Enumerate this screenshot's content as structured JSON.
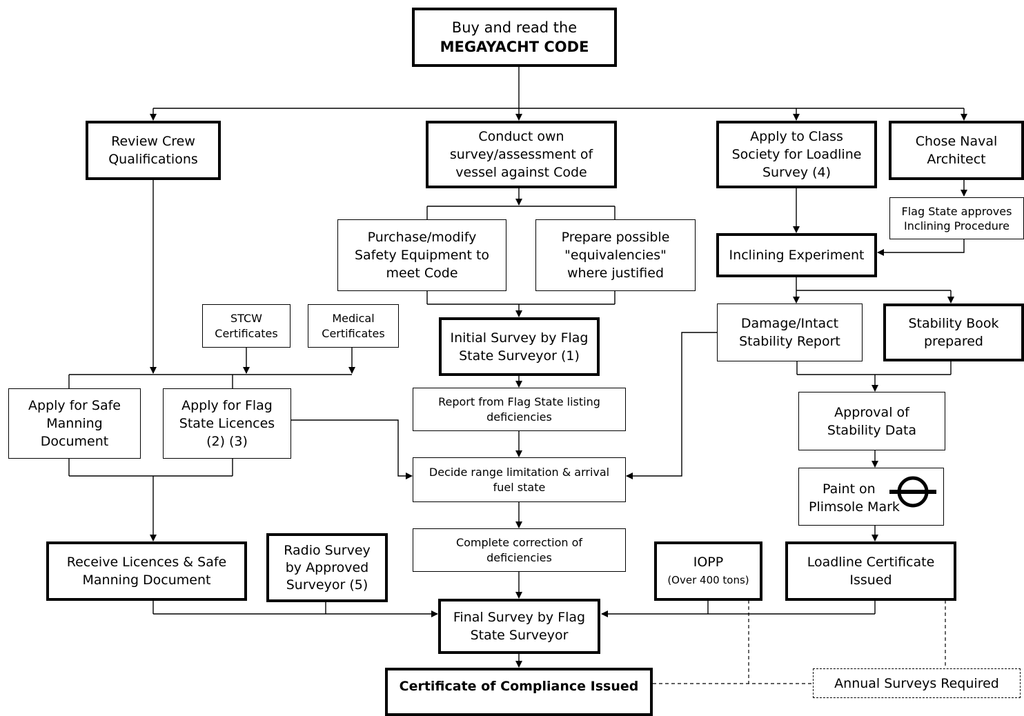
{
  "nodes": {
    "buy_code": {
      "line1": "Buy and read the",
      "line2": "MEGAYACHT CODE"
    },
    "review_crew": {
      "line1": "Review Crew",
      "line2": "Qualifications"
    },
    "conduct_survey": {
      "line1": "Conduct own",
      "line2": "survey/assessment of",
      "line3": "vessel against Code"
    },
    "apply_class": {
      "line1": "Apply to Class",
      "line2": "Society for Loadline",
      "line3": "Survey (4)"
    },
    "naval_architect": {
      "line1": "Chose Naval",
      "line2": "Architect"
    },
    "flag_approves": {
      "line1": "Flag State approves",
      "line2": "Inclining Procedure"
    },
    "purchase_equipment": {
      "line1": "Purchase/modify",
      "line2": "Safety Equipment to",
      "line3": "meet Code"
    },
    "equivalencies": {
      "line1": "Prepare possible",
      "line2": "\"equivalencies\"",
      "line3": "where justified"
    },
    "inclining": {
      "line1": "Inclining Experiment"
    },
    "stcw": {
      "line1": "STCW",
      "line2": "Certificates"
    },
    "medical": {
      "line1": "Medical",
      "line2": "Certificates"
    },
    "initial_survey": {
      "line1": "Initial Survey by Flag",
      "line2": "State Surveyor (1)"
    },
    "damage_report": {
      "line1": "Damage/Intact",
      "line2": "Stability Report"
    },
    "stability_book": {
      "line1": "Stability Book",
      "line2": "prepared"
    },
    "safe_manning": {
      "line1": "Apply for Safe",
      "line2": "Manning",
      "line3": "Document"
    },
    "flag_licences": {
      "line1": "Apply for Flag",
      "line2": "State Licences",
      "line3": "(2) (3)"
    },
    "report_deficiencies": {
      "line1": "Report from Flag State listing",
      "line2": "deficiencies"
    },
    "approval_stability": {
      "line1": "Approval of",
      "line2": "Stability Data"
    },
    "decide_range": {
      "line1": "Decide range limitation & arrival",
      "line2": "fuel state"
    },
    "plimsole": {
      "line1": "Paint on",
      "line2": "Plimsole  Mark"
    },
    "receive_licences": {
      "line1": "Receive Licences & Safe",
      "line2": "Manning Document"
    },
    "radio_survey": {
      "line1": "Radio Survey",
      "line2": "by Approved",
      "line3": "Surveyor (5)"
    },
    "complete_correction": {
      "line1": "Complete correction of",
      "line2": "deficiencies"
    },
    "iopp": {
      "line1": "IOPP",
      "line2": "(Over 400 tons)"
    },
    "loadline_cert": {
      "line1": "Loadline Certificate",
      "line2": "Issued"
    },
    "final_survey": {
      "line1": "Final Survey by Flag",
      "line2": "State Surveyor"
    },
    "certificate": {
      "line1": "Certificate of Compliance Issued"
    },
    "annual_surveys": {
      "line1": "Annual Surveys Required"
    }
  }
}
